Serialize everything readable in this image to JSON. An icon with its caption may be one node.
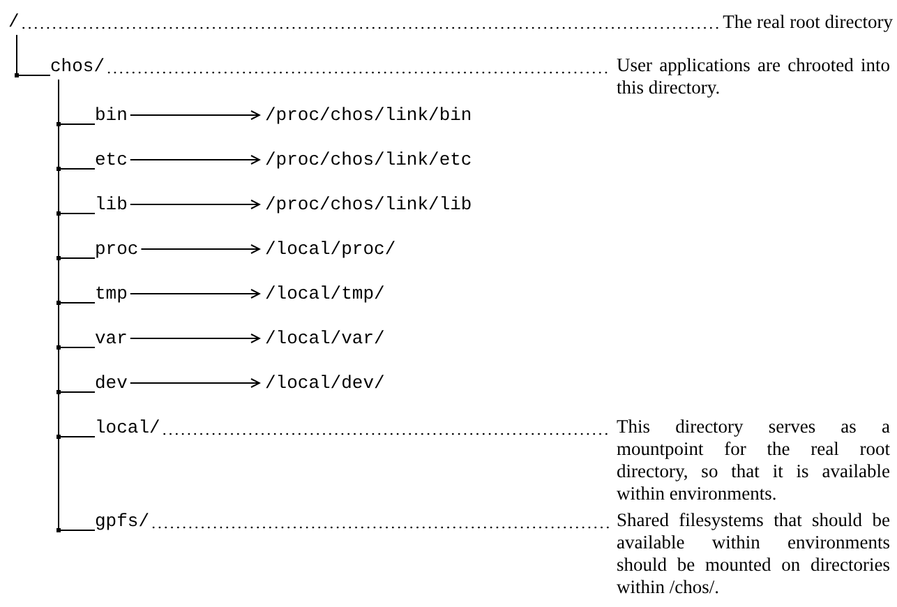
{
  "diagram": {
    "nodes": [
      {
        "text": [
          "/"
        ]
      },
      {
        "text": [
          "The real root directory"
        ]
      },
      {
        "text": [
          "chos/"
        ]
      },
      {
        "text": [
          "User applications are chrooted into this directory."
        ]
      },
      {
        "text": [
          "bin"
        ]
      },
      {
        "text": [
          "/proc/chos/link/bin"
        ]
      },
      {
        "text": [
          "etc"
        ]
      },
      {
        "text": [
          "/proc/chos/link/etc"
        ]
      },
      {
        "text": [
          "lib"
        ]
      },
      {
        "text": [
          "/proc/chos/link/lib"
        ]
      },
      {
        "text": [
          "proc"
        ]
      },
      {
        "text": [
          "/local/proc/"
        ]
      },
      {
        "text": [
          "tmp"
        ]
      },
      {
        "text": [
          "/local/tmp/"
        ]
      },
      {
        "text": [
          "var"
        ]
      },
      {
        "text": [
          "/local/var/"
        ]
      },
      {
        "text": [
          "dev"
        ]
      },
      {
        "text": [
          "/local/dev/"
        ]
      },
      {
        "text": [
          "local/"
        ]
      },
      {
        "text": [
          "This directory serves as a mountpoint for the real root directory, so that it is available within environments."
        ]
      },
      {
        "text": [
          "gpfs/"
        ]
      },
      {
        "text": [
          "Shared filesystems that should be available within environments should be mounted on directories within /chos/."
        ]
      }
    ],
    "edges": [
      {
        "from": 0,
        "to": 1,
        "arrow": "none",
        "style": "dashed"
      },
      {
        "from": 0,
        "to": 2,
        "arrow": "none"
      },
      {
        "from": 2,
        "to": 3,
        "arrow": "none",
        "style": "dashed"
      },
      {
        "from": 2,
        "to": 4,
        "arrow": "none"
      },
      {
        "from": 4,
        "to": 5,
        "arrow": "to"
      },
      {
        "from": 2,
        "to": 6,
        "arrow": "none"
      },
      {
        "from": 6,
        "to": 7,
        "arrow": "to"
      },
      {
        "from": 2,
        "to": 8,
        "arrow": "none"
      },
      {
        "from": 8,
        "to": 9,
        "arrow": "to"
      },
      {
        "from": 2,
        "to": 10,
        "arrow": "none"
      },
      {
        "from": 10,
        "to": 11,
        "arrow": "to"
      },
      {
        "from": 2,
        "to": 12,
        "arrow": "none"
      },
      {
        "from": 12,
        "to": 13,
        "arrow": "to"
      },
      {
        "from": 2,
        "to": 14,
        "arrow": "none"
      },
      {
        "from": 14,
        "to": 15,
        "arrow": "to"
      },
      {
        "from": 2,
        "to": 16,
        "arrow": "none"
      },
      {
        "from": 16,
        "to": 17,
        "arrow": "to"
      },
      {
        "from": 2,
        "to": 18,
        "arrow": "none"
      },
      {
        "from": 18,
        "to": 19,
        "arrow": "none",
        "style": "dashed"
      },
      {
        "from": 2,
        "to": 20,
        "arrow": "none"
      },
      {
        "from": 20,
        "to": 21,
        "arrow": "none",
        "style": "dashed"
      }
    ]
  }
}
